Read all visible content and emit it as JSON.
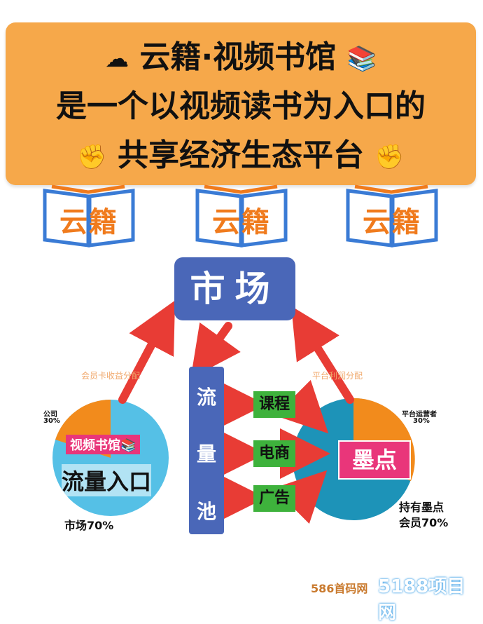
{
  "banner": {
    "line1": "云籍·视频书馆",
    "line2": "是一个以视频读书为入口的",
    "line3": "共享经济生态平台"
  },
  "books": [
    "云籍",
    "云籍",
    "云籍"
  ],
  "market": "市场",
  "pool": [
    "流",
    "量",
    "池"
  ],
  "channels": [
    "课程",
    "电商",
    "广告"
  ],
  "left_caption": "会员卡收益分配",
  "right_caption": "平台利润分配",
  "left_pie": {
    "company_label": "公司",
    "company_pct": "30%",
    "tag": "视频书馆",
    "entry_label": "流量入口",
    "market_label": "市场70%"
  },
  "right_pie": {
    "operator_label": "平台运营者",
    "operator_pct": "30%",
    "tag": "墨点",
    "member_line1": "持有墨点",
    "member_line2": "会员70%"
  },
  "footer": {
    "left": "586首码网",
    "right": "5188项目网"
  },
  "colors": {
    "banner": "#f6a84a",
    "blue": "#4a67b8",
    "green": "#3eb23c",
    "arrow": "#e83c35",
    "pink": "#e9367a",
    "pie_blue_left": "#55c0e6",
    "pie_blue_right": "#1d93b8",
    "pie_orange": "#f28b1c"
  }
}
